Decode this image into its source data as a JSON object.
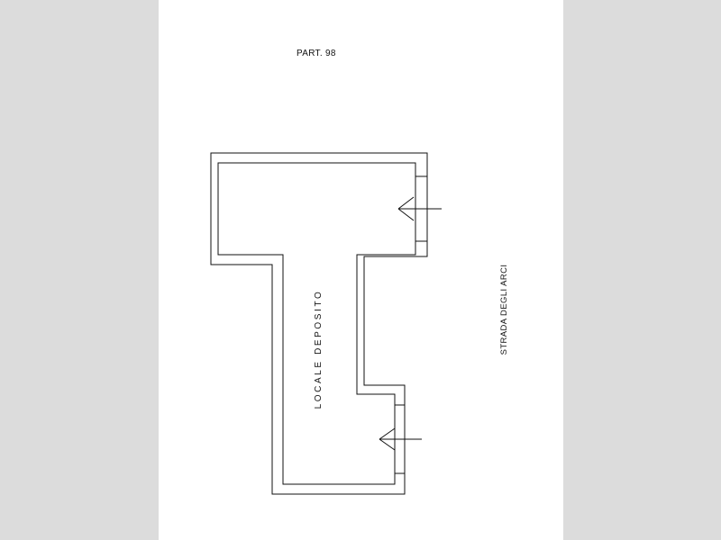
{
  "drawing": {
    "part_label": "PART. 98",
    "room_label": "LOCALE DEPOSITO",
    "street_label": "STRADA DEGLI ARCI",
    "line_color": "#111111",
    "paper_color": "#ffffff",
    "viewer_background": "#dcdcdc"
  }
}
